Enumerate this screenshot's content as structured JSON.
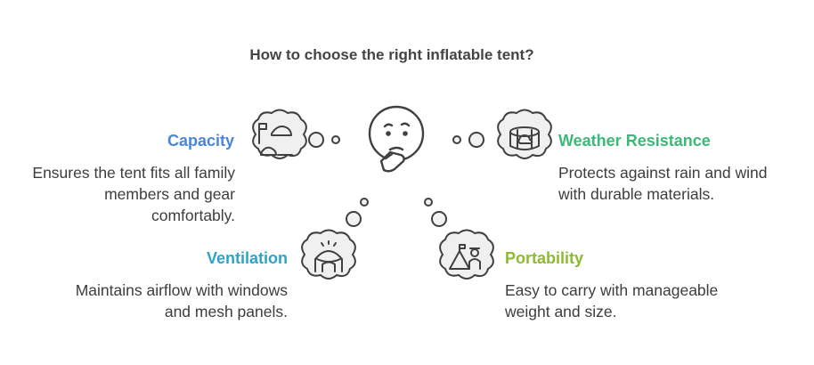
{
  "title": "How to choose the right inflatable tent?",
  "items": [
    {
      "heading": "Capacity",
      "color": "#4a86d8",
      "description": "Ensures the tent fits all family members and gear comfortably.",
      "icon": "family-camping-icon"
    },
    {
      "heading": "Weather Resistance",
      "color": "#3cb878",
      "description": "Protects against rain and wind with durable materials.",
      "icon": "storm-shelter-icon"
    },
    {
      "heading": "Ventilation",
      "color": "#2ea3c9",
      "description": "Maintains airflow with windows and mesh panels.",
      "icon": "airy-tent-icon"
    },
    {
      "heading": "Portability",
      "color": "#8cbb2e",
      "description": "Easy to carry with manageable weight and size.",
      "icon": "camper-tent-icon"
    }
  ],
  "center_icon": "thinking-face-icon"
}
